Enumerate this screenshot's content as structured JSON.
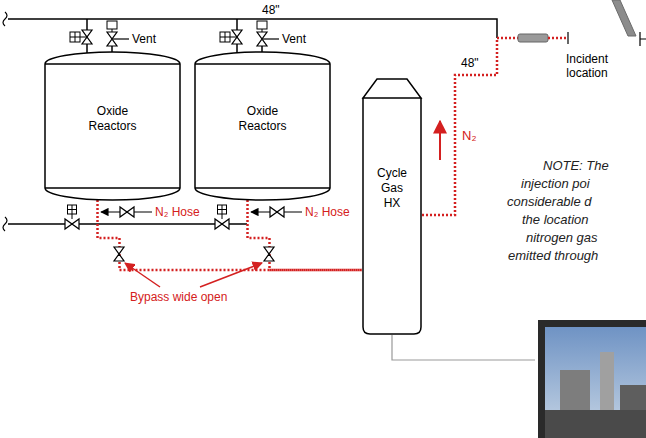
{
  "diagram": {
    "nodes": [
      {
        "text": [
          "Oxide Reactors"
        ]
      },
      {
        "text": [
          "Oxide Reactors"
        ]
      },
      {
        "text": [
          "Cycle Gas HX"
        ]
      }
    ],
    "edges": [
      {
        "from": 0,
        "to": 2,
        "arrow": "none"
      },
      {
        "from": 1,
        "to": 2,
        "arrow": "none"
      }
    ],
    "labels": [
      "48\"",
      "Vent",
      "Vent",
      "N₂ Hose",
      "N₂ Hose",
      "Bypass wide open",
      "48\"",
      "N₂",
      "Incident location",
      "NOTE: The",
      "injection poi",
      "considerable d",
      "the location",
      "nitrogen gas",
      "emitted through"
    ]
  }
}
